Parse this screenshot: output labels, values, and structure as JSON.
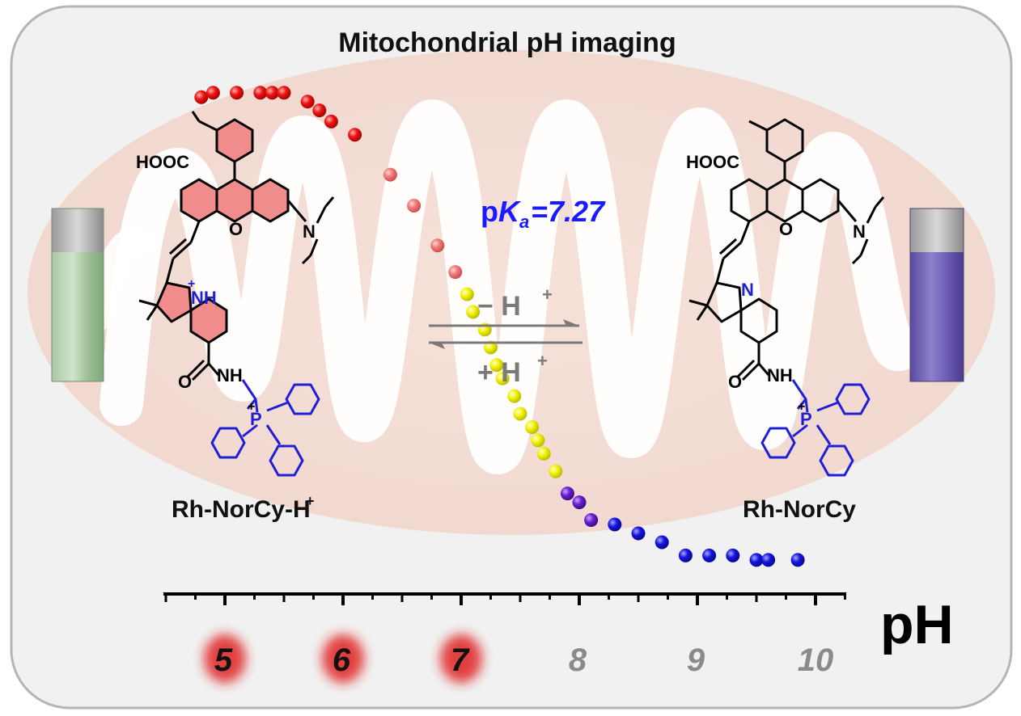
{
  "title": "Mitochondrial pH imaging",
  "pka": {
    "prefix": "p",
    "K": "K",
    "sub": "a",
    "value": "=7.27"
  },
  "equilibrium": {
    "forward": "− H",
    "reverse": "+ H",
    "sup": "+"
  },
  "left_molecule": {
    "name": "Rh-NorCy-H",
    "name_sup": "+",
    "labels": {
      "acid": "HOOC",
      "oxygen": "O",
      "nh": "NH",
      "nh_charge": "+",
      "amide": "NH",
      "carbonyl": "O",
      "phosphorus": "P",
      "p_charge": "+",
      "amine": "N"
    },
    "solution_color": "#8fbf8f"
  },
  "right_molecule": {
    "name": "Rh-NorCy",
    "labels": {
      "acid": "HOOC",
      "oxygen": "O",
      "n": "N",
      "amide": "NH",
      "carbonyl": "O",
      "phosphorus": "P",
      "p_charge": "+",
      "amine": "N"
    },
    "solution_color": "#7d6bb8"
  },
  "colors": {
    "red": "#e81010",
    "salmon": "#f07a7a",
    "yellow": "#f2f20a",
    "purple": "#6a1fd0",
    "blue": "#1515e0",
    "pka_blue": "#1a1aff",
    "tick_highlight": "#e02020",
    "tick_grey": "#8a8a8a"
  },
  "chart_data": {
    "type": "scatter",
    "xlabel": "pH",
    "xlim": [
      4.5,
      10.5
    ],
    "ylim": [
      0,
      1
    ],
    "tick_labels": [
      "5",
      "6",
      "7",
      "8",
      "9",
      "10"
    ],
    "highlighted_ticks": [
      "5",
      "6",
      "7"
    ],
    "pKa": 7.27,
    "grid": false,
    "points": [
      {
        "x": 4.8,
        "y": 0.985,
        "c": "red"
      },
      {
        "x": 4.9,
        "y": 0.995,
        "c": "red"
      },
      {
        "x": 5.1,
        "y": 0.995,
        "c": "red"
      },
      {
        "x": 5.3,
        "y": 0.995,
        "c": "red"
      },
      {
        "x": 5.4,
        "y": 0.995,
        "c": "red"
      },
      {
        "x": 5.5,
        "y": 0.995,
        "c": "red"
      },
      {
        "x": 5.7,
        "y": 0.975,
        "c": "red"
      },
      {
        "x": 5.8,
        "y": 0.955,
        "c": "red"
      },
      {
        "x": 5.9,
        "y": 0.93,
        "c": "red"
      },
      {
        "x": 6.1,
        "y": 0.9,
        "c": "red"
      },
      {
        "x": 6.4,
        "y": 0.81,
        "c": "salmon"
      },
      {
        "x": 6.6,
        "y": 0.74,
        "c": "salmon"
      },
      {
        "x": 6.8,
        "y": 0.65,
        "c": "salmon"
      },
      {
        "x": 6.95,
        "y": 0.59,
        "c": "salmon"
      },
      {
        "x": 7.05,
        "y": 0.54,
        "c": "yellow"
      },
      {
        "x": 7.1,
        "y": 0.5,
        "c": "yellow"
      },
      {
        "x": 7.2,
        "y": 0.46,
        "c": "yellow"
      },
      {
        "x": 7.25,
        "y": 0.42,
        "c": "yellow"
      },
      {
        "x": 7.3,
        "y": 0.38,
        "c": "yellow"
      },
      {
        "x": 7.35,
        "y": 0.35,
        "c": "yellow"
      },
      {
        "x": 7.45,
        "y": 0.31,
        "c": "yellow"
      },
      {
        "x": 7.5,
        "y": 0.27,
        "c": "yellow"
      },
      {
        "x": 7.6,
        "y": 0.24,
        "c": "yellow"
      },
      {
        "x": 7.65,
        "y": 0.21,
        "c": "yellow"
      },
      {
        "x": 7.7,
        "y": 0.18,
        "c": "yellow"
      },
      {
        "x": 7.8,
        "y": 0.14,
        "c": "yellow"
      },
      {
        "x": 7.9,
        "y": 0.09,
        "c": "purple"
      },
      {
        "x": 8.0,
        "y": 0.07,
        "c": "purple"
      },
      {
        "x": 8.1,
        "y": 0.03,
        "c": "purple"
      },
      {
        "x": 8.3,
        "y": 0.02,
        "c": "blue"
      },
      {
        "x": 8.5,
        "y": 0.0,
        "c": "blue"
      },
      {
        "x": 8.7,
        "y": -0.02,
        "c": "blue"
      },
      {
        "x": 8.9,
        "y": -0.05,
        "c": "blue"
      },
      {
        "x": 9.1,
        "y": -0.05,
        "c": "blue"
      },
      {
        "x": 9.3,
        "y": -0.05,
        "c": "blue"
      },
      {
        "x": 9.5,
        "y": -0.06,
        "c": "blue"
      },
      {
        "x": 9.6,
        "y": -0.06,
        "c": "blue"
      },
      {
        "x": 9.85,
        "y": -0.06,
        "c": "blue"
      }
    ]
  }
}
